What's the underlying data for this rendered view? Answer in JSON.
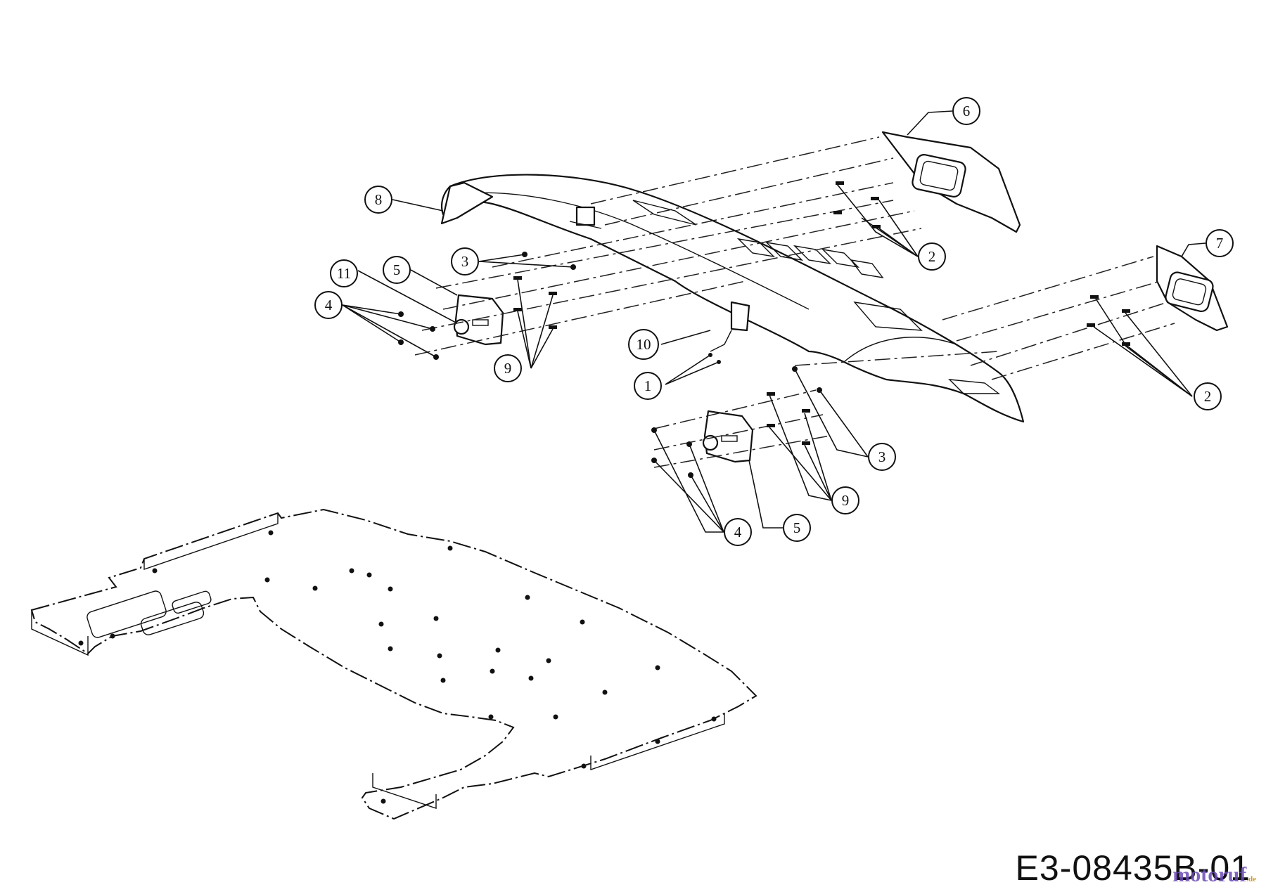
{
  "drawing_number": "E3-08435B-01",
  "watermark": {
    "brand": "motoruf",
    "suffix": ".de"
  },
  "callouts": [
    {
      "id": "c6a",
      "label": "6"
    },
    {
      "id": "c8",
      "label": "8"
    },
    {
      "id": "c2a",
      "label": "2"
    },
    {
      "id": "c7",
      "label": "7"
    },
    {
      "id": "c3a",
      "label": "3"
    },
    {
      "id": "c5a",
      "label": "5"
    },
    {
      "id": "c11",
      "label": "11"
    },
    {
      "id": "c4a",
      "label": "4"
    },
    {
      "id": "c10",
      "label": "10"
    },
    {
      "id": "c9a",
      "label": "9"
    },
    {
      "id": "c1",
      "label": "1"
    },
    {
      "id": "c2b",
      "label": "2"
    },
    {
      "id": "c3b",
      "label": "3"
    },
    {
      "id": "c9b",
      "label": "9"
    },
    {
      "id": "c4b",
      "label": "4"
    },
    {
      "id": "c5b",
      "label": "5"
    }
  ]
}
